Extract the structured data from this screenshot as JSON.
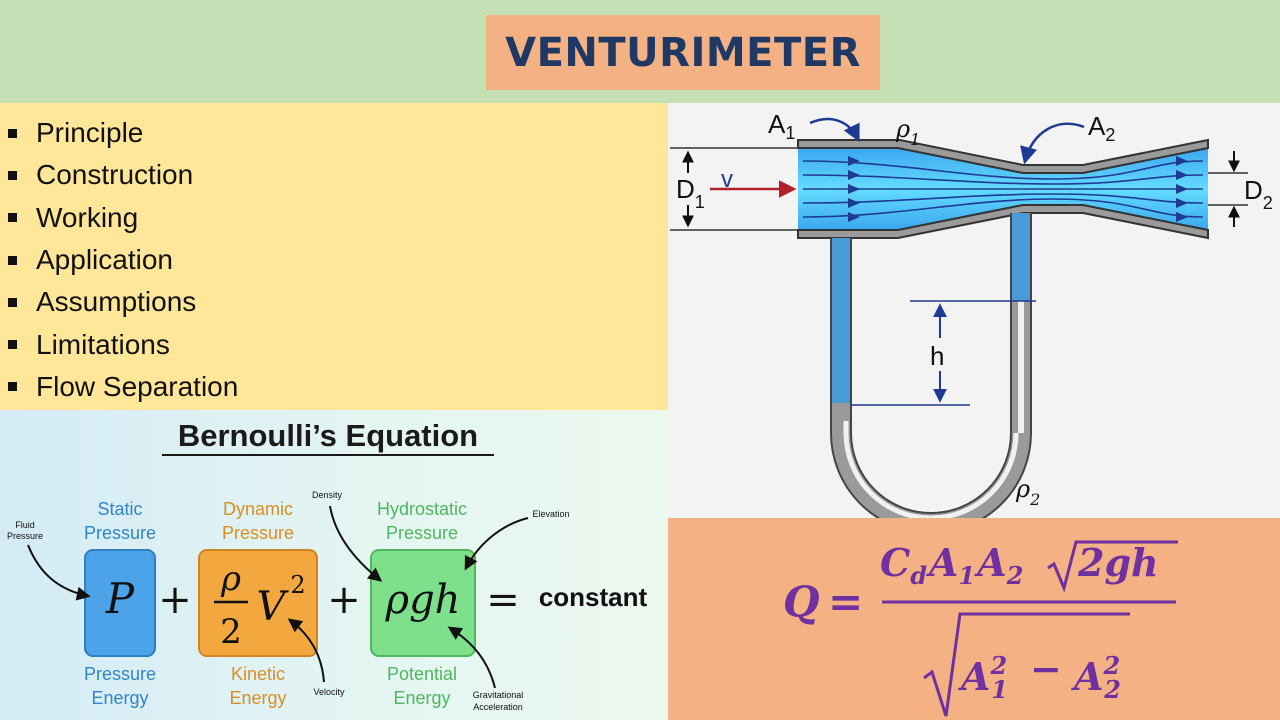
{
  "title": "VENTURIMETER",
  "topics": [
    "Principle",
    "Construction",
    "Working",
    "Application",
    "Assumptions",
    "Limitations",
    "Flow Separation"
  ],
  "bernoulli": {
    "heading": "Bernoulli’s Equation",
    "static_label": [
      "Static",
      "Pressure"
    ],
    "dynamic_label": [
      "Dynamic",
      "Pressure"
    ],
    "hydro_label": [
      "Hydrostatic",
      "Pressure"
    ],
    "pressure_energy": [
      "Pressure",
      "Energy"
    ],
    "kinetic_energy": [
      "Kinetic",
      "Energy"
    ],
    "potential_energy": [
      "Potential",
      "Energy"
    ],
    "fluid_pressure": [
      "Fluid",
      "Pressure"
    ],
    "density": "Density",
    "elevation": "Elevation",
    "velocity": "Velocity",
    "gravitational": [
      "Gravitational",
      "Acceleration"
    ],
    "term_p": "P",
    "term_rho": "ρ",
    "term_two": "2",
    "term_v": "V",
    "term_sq": "2",
    "term_rgh": "ρgh",
    "plus": "+",
    "equals": "=",
    "constant": "constant",
    "colors": {
      "static": "#3d8fd6",
      "dynamic": "#e0902a",
      "hydro": "#5cc36a",
      "label_static": "#2f86c9",
      "label_dynamic": "#d98e22",
      "label_hydro": "#4fb75d"
    }
  },
  "diagram": {
    "a1": "A",
    "a1_sub": "1",
    "a2": "A",
    "a2_sub": "2",
    "rho1": "ρ",
    "rho1_sub": "1",
    "rho2": "ρ",
    "rho2_sub": "2",
    "d1": "D",
    "d1_sub": "1",
    "d2": "D",
    "d2_sub": "2",
    "v": "v",
    "h": "h"
  },
  "formula": {
    "q": "Q",
    "eq": "=",
    "num": "C",
    "num_d": "d",
    "a": "A",
    "s1": "1",
    "s2": "2",
    "twogh": "2gh",
    "minus": "−",
    "sup": "2",
    "color": "#7030a0"
  }
}
